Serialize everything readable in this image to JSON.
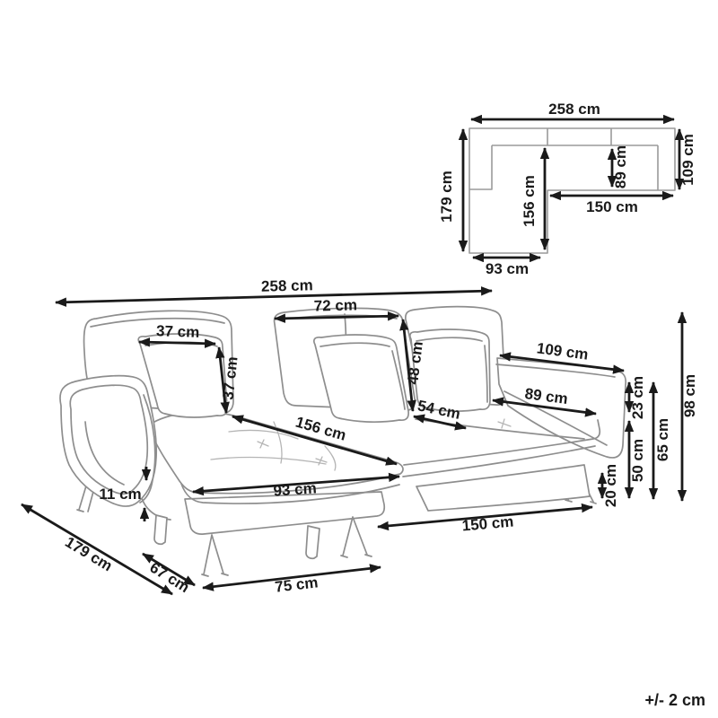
{
  "colors": {
    "dimension_ink": "#1a1a1a",
    "line_art": "#8e8e8e",
    "background": "#ffffff"
  },
  "footer": {
    "tolerance": "+/- 2 cm"
  },
  "top_view": {
    "dimensions": {
      "total_width": "258 cm",
      "left_depth": "179 cm",
      "right_depth": "109 cm",
      "chaise_length": "156 cm",
      "seat_depth": "89 cm",
      "right_width": "150 cm",
      "chaise_width": "93 cm"
    }
  },
  "main_view": {
    "dimensions": {
      "total_width": "258 cm",
      "back_cushion_width": "72 cm",
      "pillow_width": "37 cm",
      "pillow_height": "37 cm",
      "back_height": "48 cm",
      "seat_corner": "54 cm",
      "chaise_length": "156 cm",
      "chaise_width": "93 cm",
      "armrest_length": "109 cm",
      "seat_width": "89 cm",
      "arm_above_seat": "23 cm",
      "seat_height": "50 cm",
      "leg_height": "20 cm",
      "arm_height": "65 cm",
      "total_height": "98 cm",
      "right_width": "150 cm",
      "gap": "11 cm",
      "total_depth": "179 cm",
      "chaise_side": "67 cm",
      "base_width": "75 cm"
    }
  }
}
